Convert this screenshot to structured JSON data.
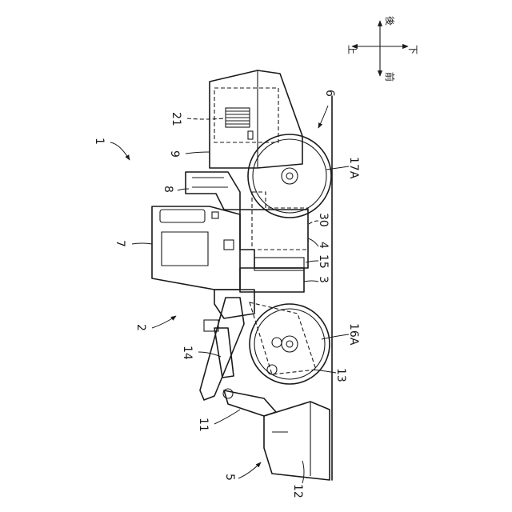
{
  "orientation": {
    "back": "後",
    "up": "上",
    "down": "下",
    "front": "前"
  },
  "refs": {
    "r1": "1",
    "r2": "2",
    "r3": "3",
    "r4": "4",
    "r5": "5",
    "r6": "6",
    "r7": "7",
    "r8": "8",
    "r9": "9",
    "r11": "11",
    "r12": "12",
    "r13": "13",
    "r14": "14",
    "r15": "15",
    "r16a": "16A",
    "r17a": "17A",
    "r21": "21",
    "r30": "30"
  }
}
